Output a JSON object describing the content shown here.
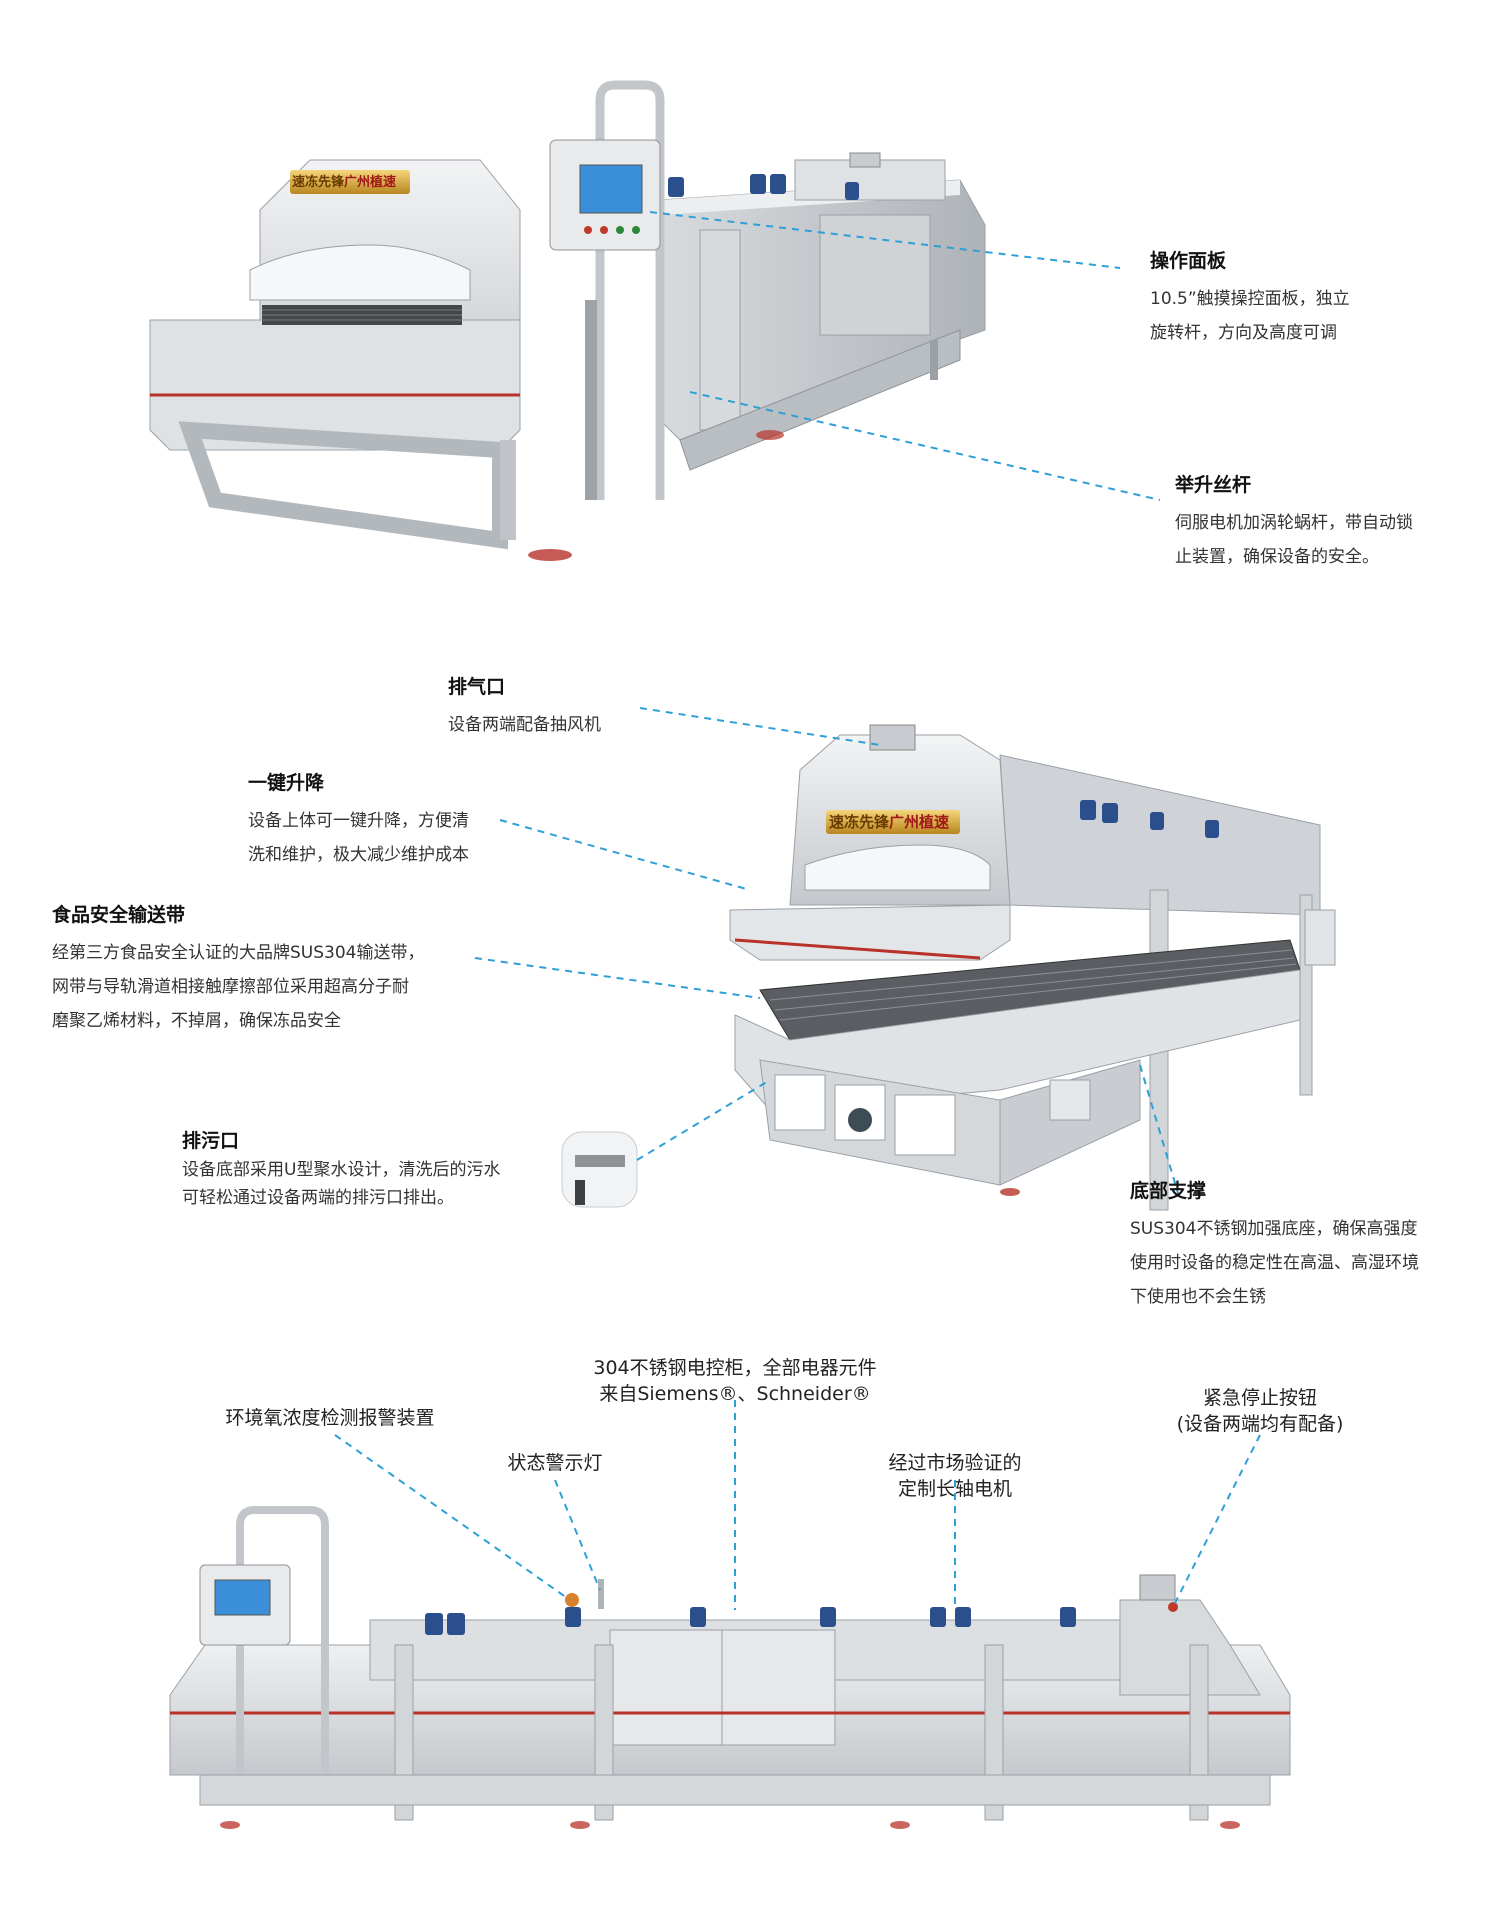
{
  "brand": {
    "logo_text_left": "速冻先锋",
    "logo_text_right": "广州植速"
  },
  "section1": {
    "callouts": [
      {
        "title": "操作面板",
        "desc": "10.5”触摸操控面板，独立\n旋转杆，方向及高度可调"
      },
      {
        "title": "举升丝杆",
        "desc": "伺服电机加涡轮蜗杆，带自动锁\n止装置，确保设备的安全。"
      }
    ]
  },
  "section2": {
    "callouts": [
      {
        "title": "排气口",
        "desc": "设备两端配备抽风机"
      },
      {
        "title": "一键升降",
        "desc": "设备上体可一键升降，方便清\n洗和维护，极大减少维护成本"
      },
      {
        "title": "食品安全输送带",
        "desc": "经第三方食品安全认证的大品牌SUS304输送带，\n网带与导轨滑道相接触摩擦部位采用超高分子耐\n磨聚乙烯材料，不掉屑，确保冻品安全"
      },
      {
        "title": "排污口",
        "desc": "设备底部采用U型聚水设计，清洗后的污水\n可轻松通过设备两端的排污口排出。"
      },
      {
        "title": "底部支撑",
        "desc": "SUS304不锈钢加强底座，确保高强度\n使用时设备的稳定性在高温、高湿环境\n下使用也不会生锈"
      }
    ]
  },
  "section3": {
    "callouts": [
      {
        "title": "304不锈钢电控柜，全部电器元件\n来自Siemens®、Schneider®"
      },
      {
        "title": "环境氧浓度检测报警装置"
      },
      {
        "title": "状态警示灯"
      },
      {
        "title": "经过市场验证的\n定制长轴电机"
      },
      {
        "title": "紧急停止按钮\n(设备两端均有配备)"
      }
    ]
  },
  "colors": {
    "steel_light": "#e4e6e8",
    "steel_mid": "#c9ccd0",
    "steel_dark": "#8f9398",
    "accent_red": "#b8322a",
    "motor_blue": "#2b4f8c",
    "leader_line": "#2ea0d6",
    "screen_blue": "#3a8fd8"
  }
}
